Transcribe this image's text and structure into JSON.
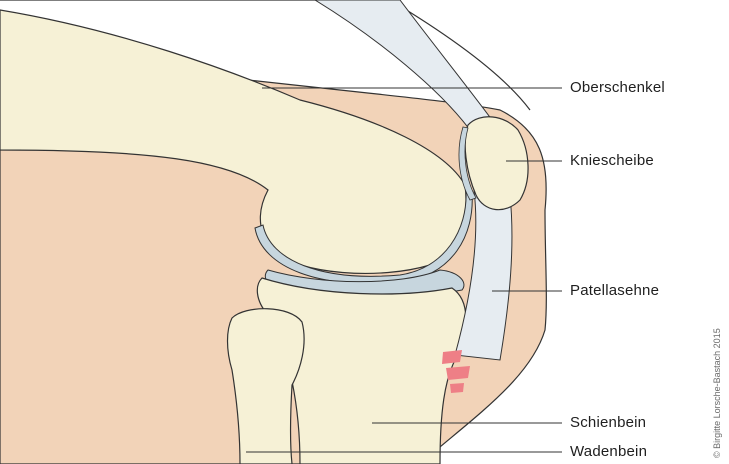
{
  "labels": {
    "femur": "Oberschenkel",
    "patella": "Kniescheibe",
    "patellar_tendon": "Patellasehne",
    "tibia": "Schienbein",
    "fibula": "Wadenbein"
  },
  "credit": "© Birgitte Lorsche-Bastach 2015",
  "colors": {
    "skin": "#f2d3b8",
    "bone": "#f6f1d6",
    "cartilage": "#c7d6de",
    "tendon": "#e6ecf1",
    "injury": "#ee7f86",
    "outline": "#333333"
  }
}
